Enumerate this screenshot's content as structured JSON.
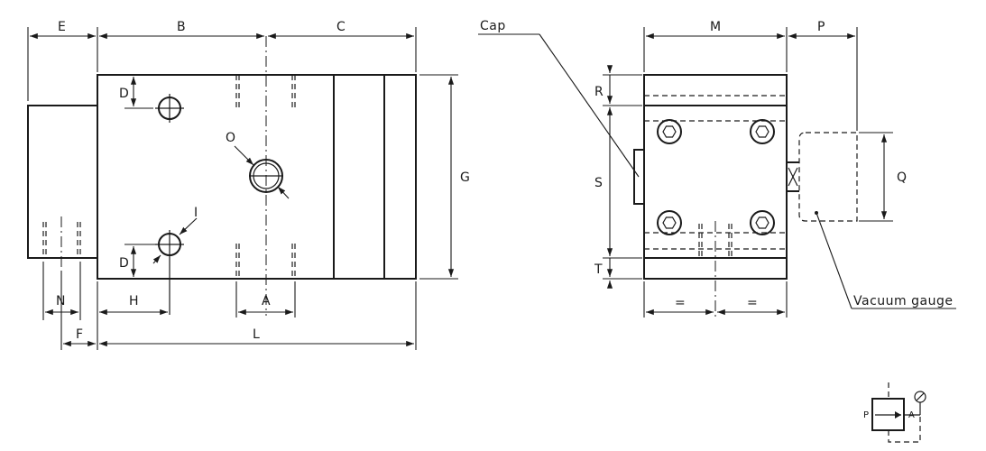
{
  "dimensions": {
    "E": "E",
    "B": "B",
    "C": "C",
    "D_top": "D",
    "D_bottom": "D",
    "O": "O",
    "I": "I",
    "G": "G",
    "N": "N",
    "F": "F",
    "H": "H",
    "A": "A",
    "L": "L",
    "M": "M",
    "P": "P",
    "R": "R",
    "S": "S",
    "T": "T",
    "Q": "Q",
    "eq_left": "=",
    "eq_right": "="
  },
  "annotations": {
    "cap": "Cap",
    "vacuum_gauge": "Vacuum gauge"
  },
  "symbol": {
    "port_p": "P",
    "port_a": "A"
  }
}
